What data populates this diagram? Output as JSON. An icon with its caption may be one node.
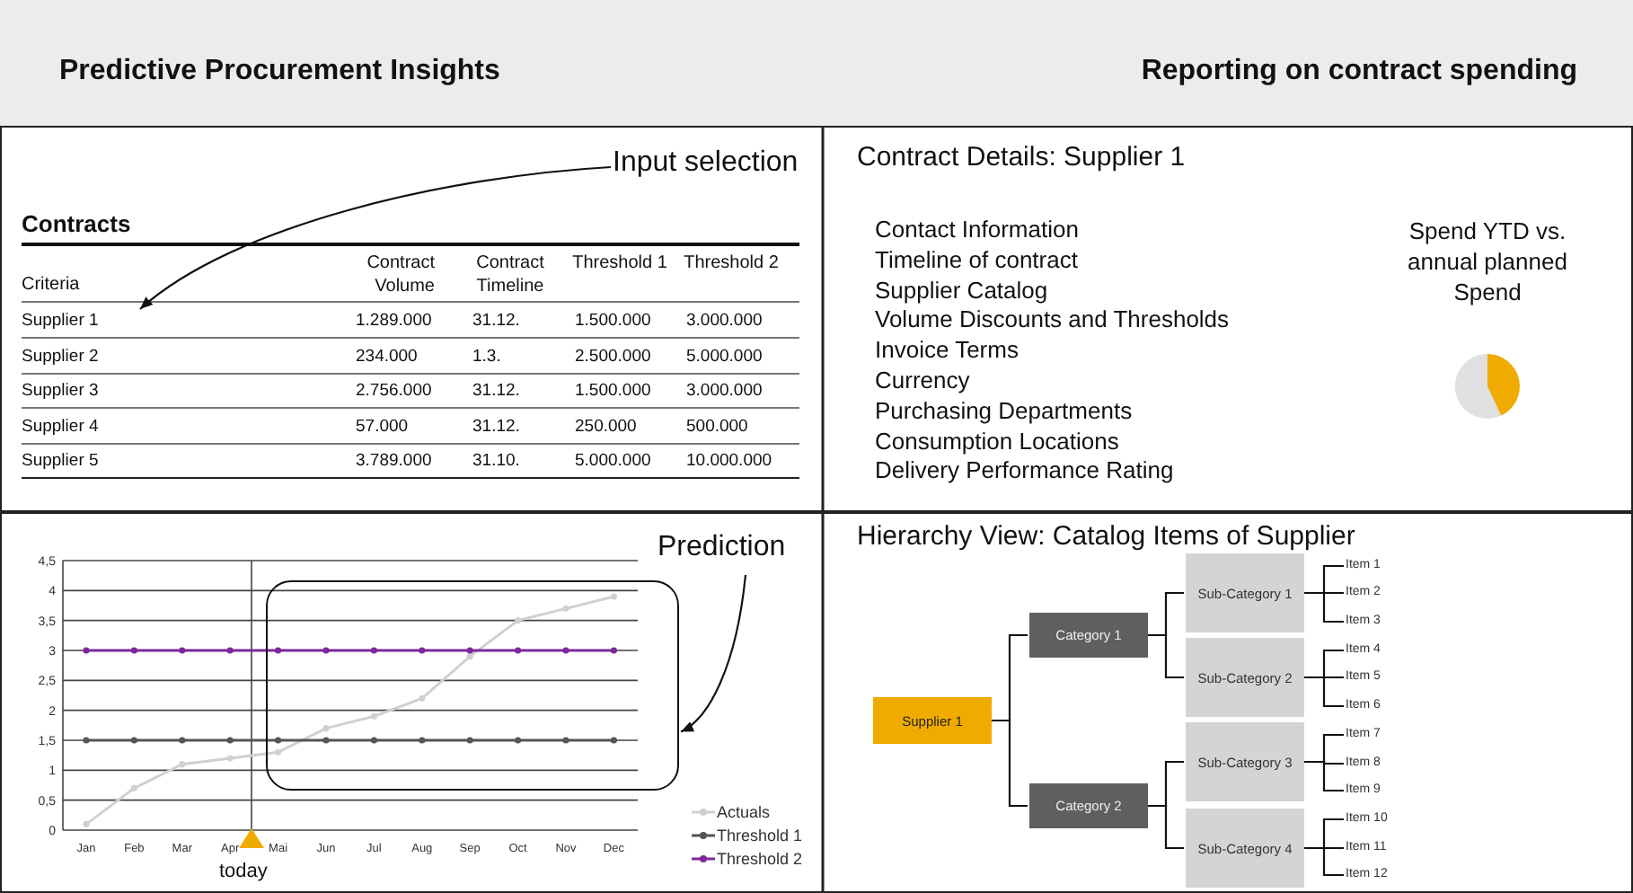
{
  "diagram": {
    "nodes": [
      {
        "text": [
          "Predictive Procurement Insights",
          "Reporting on contract spending"
        ]
      },
      {
        "text": [
          "Input selection"
        ]
      },
      {
        "text": [
          "Prediction"
        ]
      },
      {
        "text": [],
        "shape": "box"
      },
      {
        "text": [
          "Supplier 1"
        ]
      },
      {
        "text": [
          "Category 1"
        ]
      },
      {
        "text": [
          "Category 2"
        ]
      },
      {
        "text": [
          "Sub-Category 1"
        ]
      },
      {
        "text": [
          "Sub-Category 2"
        ]
      },
      {
        "text": [
          "Sub-Category 3"
        ]
      },
      {
        "text": [
          "Sub-Category 4"
        ]
      },
      {
        "text": [
          "Item 1"
        ]
      },
      {
        "text": [
          "Item 2"
        ]
      },
      {
        "text": [
          "Item 3"
        ]
      },
      {
        "text": [
          "Item 4"
        ]
      },
      {
        "text": [
          "Item 5"
        ]
      },
      {
        "text": [
          "Item 6"
        ]
      },
      {
        "text": [
          "Item 7"
        ]
      },
      {
        "text": [
          "Item 8"
        ]
      },
      {
        "text": [
          "Item 9"
        ]
      },
      {
        "text": [
          "Item 10"
        ]
      },
      {
        "text": [
          "Item 11"
        ]
      },
      {
        "text": [
          "Item 12"
        ]
      }
    ],
    "edges": [
      {
        "from": 1,
        "to": null,
        "arrow": "to"
      },
      {
        "from": 2,
        "to": 3,
        "arrow": "to"
      },
      {
        "from": 4,
        "to": 5,
        "arrow": "none"
      },
      {
        "from": 4,
        "to": 6,
        "arrow": "none"
      },
      {
        "from": 5,
        "to": 7,
        "arrow": "none"
      },
      {
        "from": 5,
        "to": 8,
        "arrow": "none"
      },
      {
        "from": 6,
        "to": 9,
        "arrow": "none"
      },
      {
        "from": 6,
        "to": 10,
        "arrow": "none"
      },
      {
        "from": 7,
        "to": 11,
        "arrow": "none"
      },
      {
        "from": 7,
        "to": 12,
        "arrow": "none"
      },
      {
        "from": 7,
        "to": 13,
        "arrow": "none"
      },
      {
        "from": 8,
        "to": 14,
        "arrow": "none"
      },
      {
        "from": 8,
        "to": 15,
        "arrow": "none"
      },
      {
        "from": 8,
        "to": 16,
        "arrow": "none"
      },
      {
        "from": 9,
        "to": 17,
        "arrow": "none"
      },
      {
        "from": 9,
        "to": 18,
        "arrow": "none"
      },
      {
        "from": 9,
        "to": 19,
        "arrow": "none"
      },
      {
        "from": 10,
        "to": 20,
        "arrow": "none"
      },
      {
        "from": 10,
        "to": 21,
        "arrow": "none"
      },
      {
        "from": 10,
        "to": 22,
        "arrow": "none"
      }
    ],
    "labels": [
      "Contracts",
      "Criteria",
      "Contract Volume",
      "Contract Timeline",
      "Threshold 1",
      "Threshold 2",
      "Supplier 1",
      "1.289.000",
      "31.12.",
      "1.500.000",
      "3.000.000",
      "Supplier 2",
      "234.000",
      "1.3.",
      "2.500.000",
      "5.000.000",
      "Supplier 3",
      "2.756.000",
      "31.12.",
      "1.500.000",
      "3.000.000",
      "Supplier 4",
      "57.000",
      "31.12.",
      "250.000",
      "500.000",
      "Supplier 5",
      "3.789.000",
      "31.10.",
      "5.000.000",
      "10.000.000",
      "today",
      "Contract Details: Supplier 1",
      "Contact Information",
      "Timeline of contract",
      "Supplier Catalog",
      "Volume Discounts and Thresholds",
      "Invoice Terms",
      "Currency",
      "Purchasing Departments",
      "Consumption Locations",
      "Delivery Performance Rating",
      "Spend YTD vs. annual planned Spend",
      "Hierarchy View: Catalog Items of Supplier"
    ],
    "chart_data": {
      "type": "line",
      "categories": [
        "Jan",
        "Feb",
        "Mar",
        "Apr",
        "Mai",
        "Jun",
        "Jul",
        "Aug",
        "Sep",
        "Oct",
        "Nov",
        "Dec"
      ],
      "series": [
        {
          "name": "Actuals",
          "color": "#d0d0d0",
          "marker": "circle",
          "values": [
            0.1,
            0.7,
            1.1,
            1.2,
            1.3,
            1.7,
            1.9,
            2.2,
            2.9,
            3.5,
            3.7,
            3.9
          ]
        },
        {
          "name": "Threshold 1",
          "color": "#555555",
          "marker": "circle",
          "values": [
            1.5,
            1.5,
            1.5,
            1.5,
            1.5,
            1.5,
            1.5,
            1.5,
            1.5,
            1.5,
            1.5,
            1.5
          ]
        },
        {
          "name": "Threshold 2",
          "color": "#7b2a9b",
          "marker": "circle",
          "values": [
            3,
            3,
            3,
            3,
            3,
            3,
            3,
            3,
            3,
            3,
            3,
            3
          ]
        }
      ],
      "ylim": [
        0,
        4.5
      ],
      "grid": true,
      "legend": true,
      "yticks": [
        0,
        {
          "value": 0.5,
          "label": "0,5"
        },
        1,
        {
          "value": 1.5,
          "label": "1,5"
        },
        2,
        {
          "value": 2.5,
          "label": "2,5"
        },
        3,
        {
          "value": 3.5,
          "label": "3,5"
        },
        4,
        {
          "value": 4.5,
          "label": "4,5"
        }
      ]
    }
  }
}
